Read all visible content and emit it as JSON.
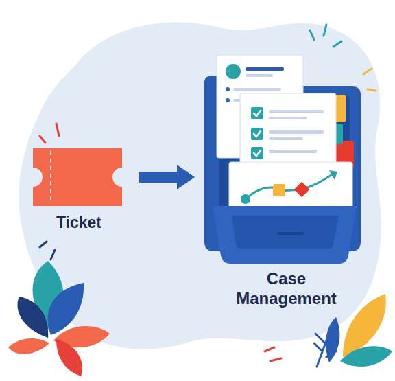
{
  "diagram": {
    "nodes": [
      {
        "text": [
          "Ticket"
        ]
      },
      {
        "text": [
          "Case Management"
        ]
      }
    ],
    "edges": [
      {
        "from": 0,
        "to": 1,
        "arrow": "to"
      }
    ]
  }
}
